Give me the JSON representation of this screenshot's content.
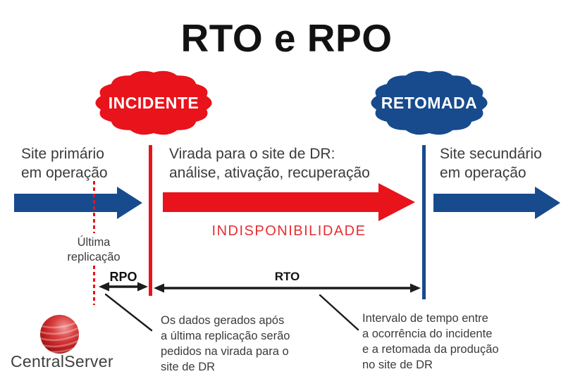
{
  "title": "RTO e RPO",
  "colors": {
    "red": "#e8131b",
    "red_text": "#e62e33",
    "blue": "#174b8d",
    "text_gray": "#3b3b3b",
    "line_black": "#1c1c1c"
  },
  "badges": {
    "incident": "INCIDENTE",
    "resume": "RETOMADA"
  },
  "stages": {
    "primary": "Site primário\nem operação",
    "switchover": "Virada para o site de DR:\nanálise, ativação, recuperação",
    "secondary": "Site secundário\nem operação"
  },
  "labels": {
    "unavailability": "INDISPONIBILIDADE",
    "last_replication": "Última\nreplicação",
    "rpo": "RPO",
    "rto": "RTO"
  },
  "notes": {
    "rpo": "Os dados gerados após\na última replicação serão\npedidos na virada para o\nsite de DR",
    "rto": "Intervalo de tempo entre\na ocorrência do incidente\ne a retomada da produção\nno site de DR"
  },
  "logo": {
    "text": "CentralServer"
  }
}
